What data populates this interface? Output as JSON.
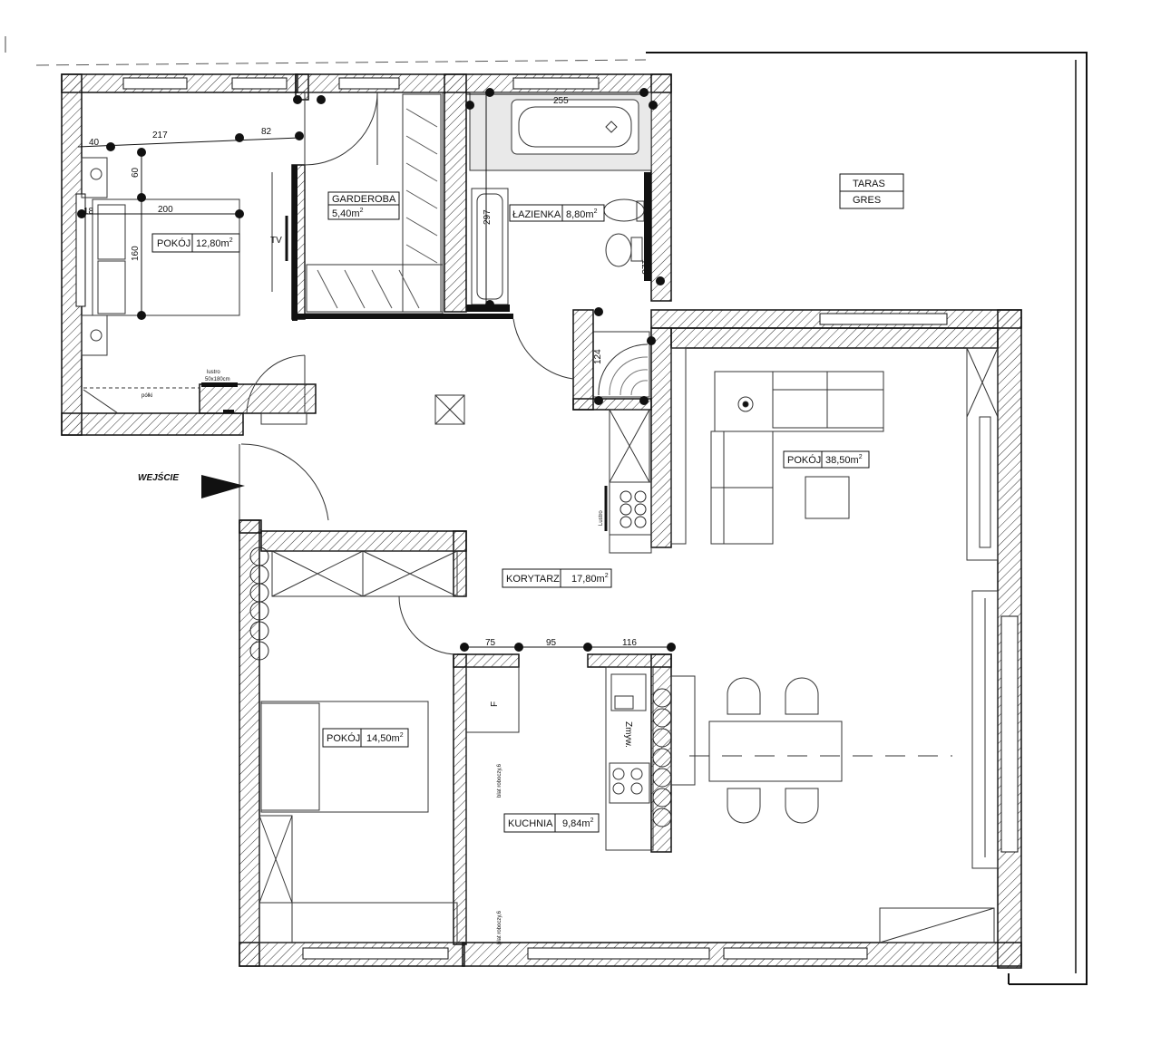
{
  "rooms": {
    "bedroom1": {
      "name": "POKÓJ",
      "area": "12,80m",
      "sup": "2"
    },
    "wardrobe": {
      "name": "GARDEROBA",
      "area": "5,40m",
      "sup": "2"
    },
    "bathroom": {
      "name": "ŁAZIENKA",
      "area": "8,80m",
      "sup": "2"
    },
    "terrace": {
      "name": "TARAS",
      "material": "GRES"
    },
    "living": {
      "name": "POKÓJ",
      "area": "38,50m",
      "sup": "2"
    },
    "corridor": {
      "name": "KORYTARZ",
      "area": "17,80m",
      "sup": "2"
    },
    "bedroom2": {
      "name": "POKÓJ",
      "area": "14,50m",
      "sup": "2"
    },
    "kitchen": {
      "name": "KUCHNIA",
      "area": "9,84m",
      "sup": "2"
    }
  },
  "dimensions": {
    "d217": "217",
    "d82": "82",
    "d40": "40",
    "d60": "60",
    "d200": "200",
    "d18": "18",
    "d160": "160",
    "d255": "255",
    "d297": "297",
    "d123": "123",
    "d124": "124",
    "d75": "75",
    "d95": "95",
    "d116": "116"
  },
  "annotations": {
    "tv": "TV",
    "mirror_bedroom": "lustro",
    "mirror_size": "50x180cm",
    "shelves": "półki",
    "entrance": "WEJŚCIE",
    "mirror_hall": "Lustro",
    "fridge": "F",
    "sink": "Zmyw.",
    "counter1": "blat roboczy,6",
    "counter2": "blat roboczy,6"
  }
}
